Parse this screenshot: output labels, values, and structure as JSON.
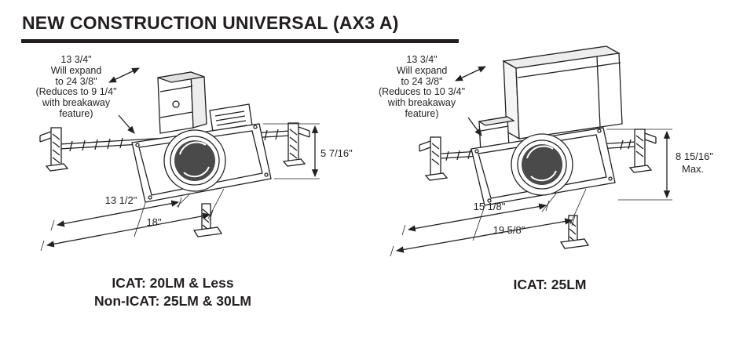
{
  "title": "NEW CONSTRUCTION UNIVERSAL (AX3 A)",
  "colors": {
    "line_color": "#231f20",
    "background": "#ffffff"
  },
  "left_fixture": {
    "note": [
      "13 3/4\"",
      "Will expand",
      "to 24 3/8\"",
      "(Reduces to 9 1/4\"",
      "with breakaway",
      "feature)"
    ],
    "dim_height": "5 7/16\"",
    "dim_width_inner": "13 1/2\"",
    "dim_width_outer": "18\"",
    "caption": [
      "ICAT: 20LM & Less",
      "Non-ICAT: 25LM & 30LM"
    ]
  },
  "right_fixture": {
    "note": [
      "13 3/4\"",
      "Will expand",
      "to 24 3/8\"",
      "(Reduces to 10 3/4\"",
      "with breakaway",
      "feature)"
    ],
    "dim_height": "8 15/16\"",
    "dim_height_suffix": "Max.",
    "dim_width_inner": "15 1/8\"",
    "dim_width_outer": "19 5/8\"",
    "caption": [
      "ICAT: 25LM"
    ]
  }
}
